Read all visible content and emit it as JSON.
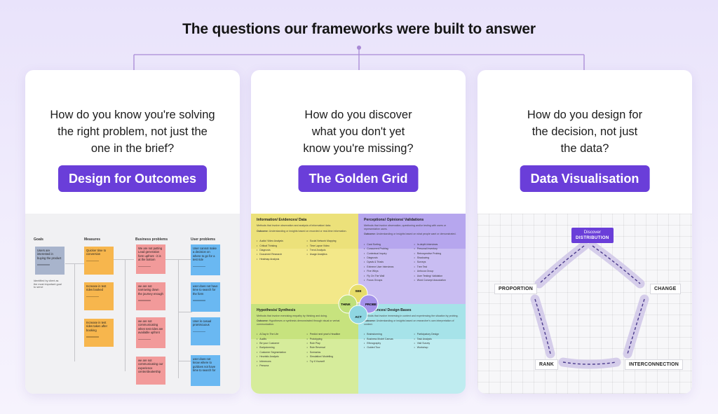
{
  "headline": "The questions our frameworks were built to answer",
  "colors": {
    "accent": "#6a3ed9",
    "connector": "#a98ad6",
    "background": "#ece6fb"
  },
  "cards": [
    {
      "question": "How do you know you're solving\nthe right problem, not just the\none in the brief?",
      "button": "Design for Outcomes"
    },
    {
      "question": "How do you discover\nwhat you don't yet\nknow you're missing?",
      "button": "The Golden Grid"
    },
    {
      "question": "How do you design for\nthe decision, not just\nthe data?",
      "button": "Data Visualisation"
    }
  ],
  "outcomes_board": {
    "columns": [
      "Goals",
      "Measures",
      "Business problems",
      "User problems"
    ],
    "goal_note": "Users are interested in buying the product",
    "goal_caption": "Identified by client as the most important goal to serve",
    "measures": [
      "Quicker time to conversion",
      "Increase in test rides booked",
      "Increase in test rides taken after booking"
    ],
    "business_problems": [
      "We are not putting Lead generation form upfront - it is at the bottom",
      "we are not narrowing down the journey enough",
      "we are not communicating when test rides are available upfront",
      "we are not communicating our experience centre/dealership"
    ],
    "user_problems": [
      "User cannot make a decision on where to go for a test ride",
      "user does not have time to search for the form",
      "User is casual promiscuous",
      "user does not know where to go/does not have time to search for"
    ]
  },
  "golden_grid": {
    "quadrants": [
      {
        "title": "Information/ Evidences/ Data",
        "description": "Methods that involve observation and analysis of information/ data.",
        "outcome_label": "Outcome:",
        "outcome": "Understanding or insights based on recorded or real-time information.",
        "color": "#f3e889",
        "band": "#ece17a",
        "items": [
          "Audio/ Video Analysis",
          "Social Network Mapping",
          "Critical Thinking",
          "Time Lapse Video",
          "Diagnosis",
          "Trend Analysis",
          "Document Research",
          "Usage Analytics",
          "Heatmap Analysis"
        ]
      },
      {
        "title": "Perceptions/ Opinions/ Validations",
        "description": "Methods that involve observation, questioning and/or testing with users or representative users.",
        "outcome_label": "Outcome:",
        "outcome": "Understanding or insights based on what people want or demonstrated.",
        "color": "#c9bdf2",
        "band": "#b6a6ee",
        "items": [
          "Card Sorting",
          "In-depth Interviews",
          "Concurrent Probing",
          "Personal Inventory",
          "Contextual Inquiry",
          "Retrospective Probing",
          "Diagnosis",
          "Shadowing",
          "Dyads & Triads",
          "Surveys",
          "Extreme User Interviews",
          "Tree Test",
          "Five Whys",
          "Unfocus Group",
          "Fly On The Wall",
          "User Testing/ Validation",
          "Focus Groups",
          "Word Concept Association"
        ]
      },
      {
        "title": "Hypothesis/ Synthesis",
        "description": "Methods that involve exercising empathy by thinking and doing.",
        "outcome_label": "Outcome:",
        "outcome": "Hypotheses or synthesis demonstrated through visual or verbal communication.",
        "color": "#d6ec9b",
        "band": "#c7e37e",
        "items": [
          "A Day In The Life",
          "Predict next year's Headline",
          "Audits",
          "Prototyping",
          "Be your Customer",
          "Role Play",
          "Bodystorming",
          "Role Reversal",
          "Customer Segmentation",
          "Scenarios",
          "Heuristic Analysis",
          "Simulation/ Modelling",
          "Inferences",
          "Try It Yourself",
          "Persona"
        ]
      },
      {
        "title": "Experiences/ Design Bases",
        "description": "Methods that involve immersing in context and experiencing the situation by probing.",
        "outcome_label": "Outcome:",
        "outcome": "Understanding or insights based on researcher's own interpretation of context.",
        "color": "#bfecf0",
        "band": "#a6e3e9",
        "items": [
          "Brainstorming",
          "Participatory Design",
          "Business Model Canvas",
          "Task Analysis",
          "Ethnography",
          "Visit Survey",
          "Guided Tour",
          "Workshop"
        ]
      }
    ],
    "venn": [
      "SEE",
      "THINK",
      "PROBE",
      "ACT"
    ]
  },
  "data_visualisation": {
    "top_label_1": "Discover",
    "top_label_2": "DISTRIBUTION",
    "labels": [
      "PROPORTION",
      "CHANGE",
      "RANK",
      "INTERCONNECTION"
    ]
  }
}
